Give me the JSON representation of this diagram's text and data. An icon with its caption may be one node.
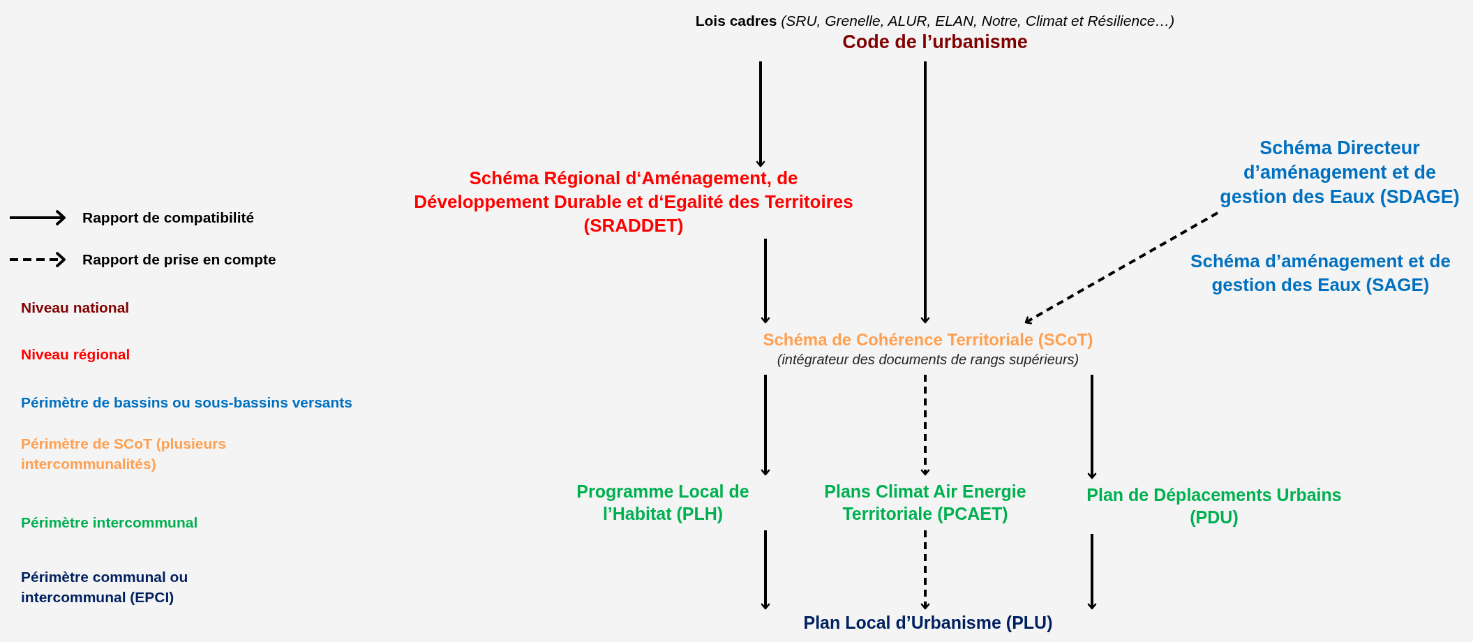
{
  "diagram": {
    "nodes": [
      {
        "text": [
          "**Lois cadres** *(SRU, Grenelle, ALUR, ELAN, Notre, Climat et Résilience…)*",
          "Code de l’urbanisme"
        ]
      },
      {
        "text": [
          "Schéma Régional d‘Aménagement, de Développement Durable et d‘Egalité des Territoires (SRADDET)"
        ]
      },
      {
        "text": [
          "Schéma Directeur d’aménagement et de gestion des Eaux (SDAGE)"
        ]
      },
      {
        "text": [
          "Schéma d’aménagement et de gestion des Eaux (SAGE)"
        ]
      },
      {
        "text": [
          "Schéma de Cohérence Territoriale (SCoT)",
          "(intégrateur des documents de rangs supérieurs)"
        ]
      },
      {
        "text": [
          "Programme Local de l’Habitat (PLH)"
        ]
      },
      {
        "text": [
          "Plans Climat Air Energie Territoriale (PCAET)"
        ]
      },
      {
        "text": [
          "Plan de Déplacements Urbains (PDU)"
        ]
      },
      {
        "text": [
          "Plan Local d’Urbanisme (PLU)"
        ]
      }
    ],
    "edges": [
      {
        "from": 0,
        "to": 1,
        "arrow": "to"
      },
      {
        "from": 0,
        "to": 4,
        "arrow": "to"
      },
      {
        "from": 1,
        "to": 4,
        "arrow": "to"
      },
      {
        "from": 2,
        "to": 4,
        "arrow": "to",
        "style": "dashed"
      },
      {
        "from": 4,
        "to": 5,
        "arrow": "to"
      },
      {
        "from": 4,
        "to": 6,
        "arrow": "to",
        "style": "dashed"
      },
      {
        "from": 4,
        "to": 7,
        "arrow": "to"
      },
      {
        "from": 5,
        "to": 8,
        "arrow": "to"
      },
      {
        "from": 6,
        "to": 8,
        "arrow": "to",
        "style": "dashed"
      },
      {
        "from": 7,
        "to": 8,
        "arrow": "to"
      }
    ],
    "legend": [
      {
        "text": "Rapport de compatibilité"
      },
      {
        "text": "Rapport de prise en compte"
      },
      {
        "text": "Niveau national",
        "color": "#800000"
      },
      {
        "text": "Niveau régional",
        "color": "#ff0000"
      },
      {
        "text": "Périmètre de bassins ou sous-bassins versants",
        "color": "#0070c0"
      },
      {
        "text": "Périmètre de SCoT (plusieurs intercommunalités)",
        "color": "#ff9f4f"
      },
      {
        "text": "Périmètre intercommunal",
        "color": "#00b050"
      },
      {
        "text": "Périmètre communal ou intercommunal (EPCI)",
        "color": "#002060"
      }
    ]
  }
}
